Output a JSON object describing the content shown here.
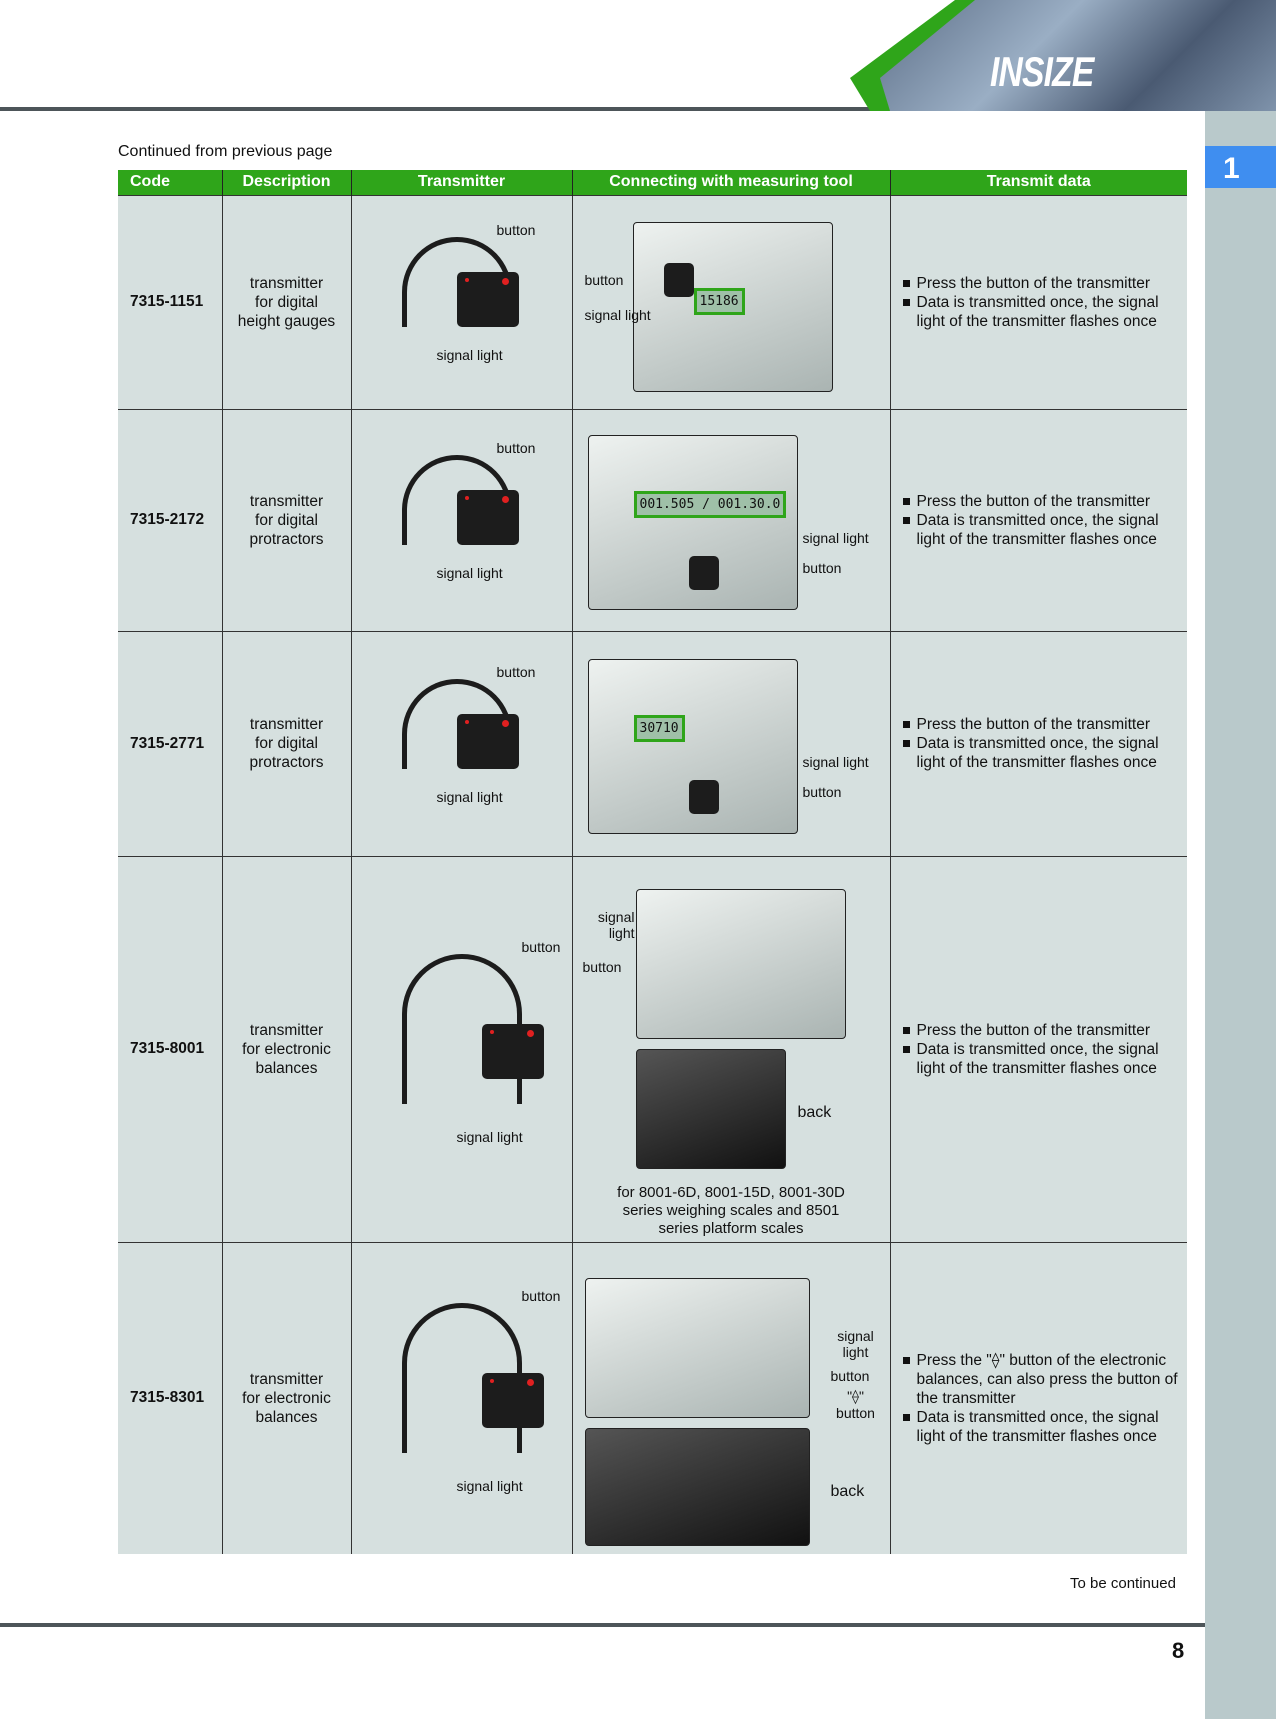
{
  "brand": {
    "logo": "INSIZE",
    "section_tab": "1"
  },
  "continued_label": "Continued from previous page",
  "columns": [
    "Code",
    "Description",
    "Transmitter",
    "Connecting with measuring tool",
    "Transmit data"
  ],
  "rows": [
    {
      "code": "7315-1151",
      "description": [
        "transmitter",
        "for digital",
        "height gauges"
      ],
      "tx_labels": {
        "button": "button",
        "signal": "signal light"
      },
      "connect_labels": [
        "button",
        "signal light"
      ],
      "display": "15186",
      "transmit": [
        "Press the button of the transmitter",
        "Data is transmitted once, the signal light of the transmitter flashes once"
      ]
    },
    {
      "code": "7315-2172",
      "description": [
        "transmitter",
        "for digital",
        "protractors"
      ],
      "tx_labels": {
        "button": "button",
        "signal": "signal light"
      },
      "connect_labels": [
        "signal light",
        "button"
      ],
      "display": "001.505 / 001.30.0",
      "transmit": [
        "Press the button of the transmitter",
        "Data is transmitted once, the signal light of the transmitter flashes once"
      ]
    },
    {
      "code": "7315-2771",
      "description": [
        "transmitter",
        "for digital",
        "protractors"
      ],
      "tx_labels": {
        "button": "button",
        "signal": "signal light"
      },
      "connect_labels": [
        "signal light",
        "button"
      ],
      "display": "30710",
      "transmit": [
        "Press the button of the transmitter",
        "Data is transmitted once, the signal light of the transmitter flashes once"
      ]
    },
    {
      "code": "7315-8001",
      "description": [
        "transmitter",
        "for electronic",
        "balances"
      ],
      "tx_labels": {
        "button": "button",
        "signal": "signal light"
      },
      "connect_labels": [
        "signal light",
        "button",
        "back"
      ],
      "caption": [
        "for 8001-6D, 8001-15D, 8001-30D",
        "series weighing scales and 8501",
        "series platform scales"
      ],
      "transmit": [
        "Press the button of the transmitter",
        "Data is transmitted once, the signal light of the transmitter flashes once"
      ]
    },
    {
      "code": "7315-8301",
      "description": [
        "transmitter",
        "for electronic",
        "balances"
      ],
      "tx_labels": {
        "button": "button",
        "signal": "signal light"
      },
      "connect_labels": [
        "signal light",
        "button",
        "\"⟠\" button",
        "back"
      ],
      "transmit": [
        "Press the \"⟠\" button of the electronic balances, can also press the button of the transmitter",
        "Data is transmitted once, the signal light of the transmitter flashes once"
      ]
    }
  ],
  "footer": {
    "to_be_continued": "To be continued",
    "page_number": "8"
  }
}
